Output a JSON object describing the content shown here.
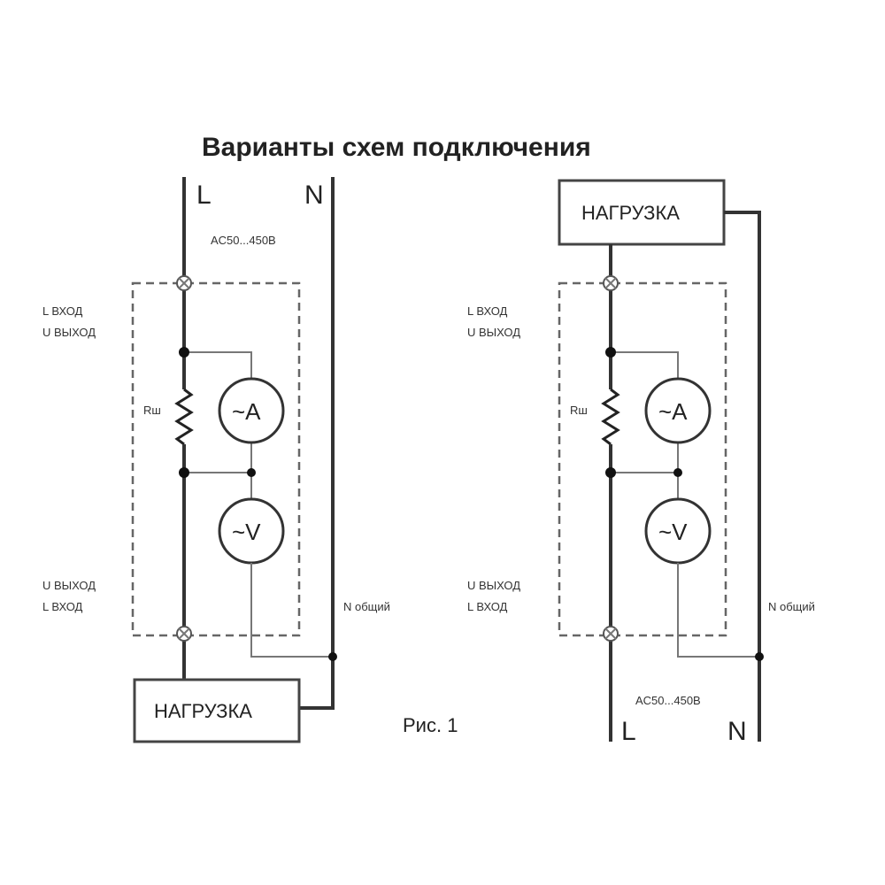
{
  "title": "Варианты схем подключения",
  "caption": "Рис. 1",
  "left": {
    "line_label": "L",
    "neutral_label": "N",
    "voltage_range": "AC50...450В",
    "top_terminal_labels": [
      "L ВХОД",
      "U ВЫХОД"
    ],
    "bottom_terminal_labels": [
      "U ВЫХОД",
      "L ВХОД"
    ],
    "shunt_label": "Rш",
    "ammeter_label": "~A",
    "voltmeter_label": "~V",
    "neutral_common_label": "N общий",
    "load_label": "НАГРУЗКА"
  },
  "right": {
    "line_label": "L",
    "neutral_label": "N",
    "voltage_range": "AC50...450В",
    "top_terminal_labels": [
      "L ВХОД",
      "U ВЫХОД"
    ],
    "bottom_terminal_labels": [
      "U ВЫХОД",
      "L ВХОД"
    ],
    "shunt_label": "Rш",
    "ammeter_label": "~A",
    "voltmeter_label": "~V",
    "neutral_common_label": "N общий",
    "load_label": "НАГРУЗКА"
  }
}
